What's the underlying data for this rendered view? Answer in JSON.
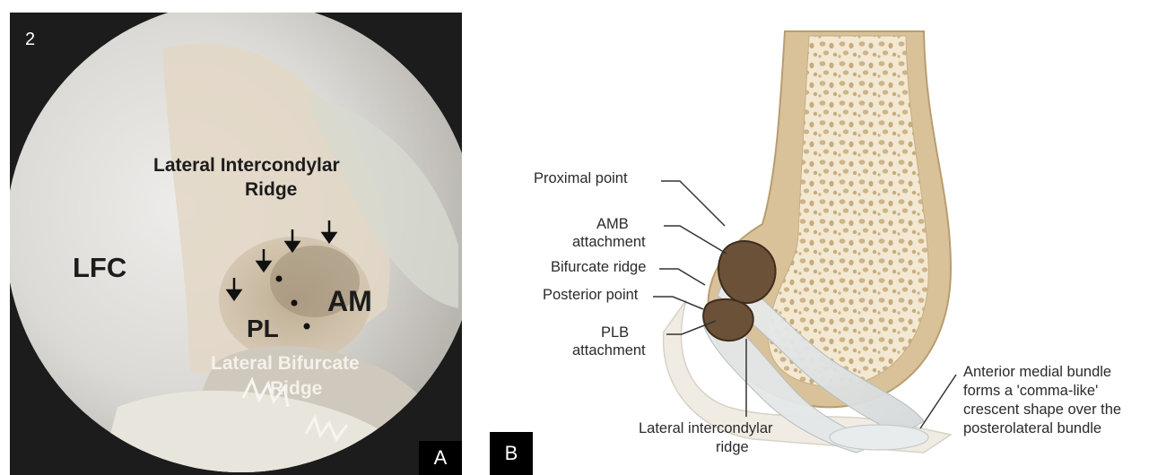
{
  "panel_a": {
    "number": "2",
    "ridge_line1": "Lateral Intercondylar",
    "ridge_line2": "Ridge",
    "lfc": "LFC",
    "am": "AM",
    "pl": "PL",
    "bifurcate_line1": "Lateral Bifurcate",
    "bifurcate_line2": "Ridge",
    "letter": "A"
  },
  "panel_b": {
    "letter": "B",
    "proximal_point": "Proximal point",
    "amb_line1": "AMB",
    "amb_line2": "attachment",
    "bifurcate_ridge": "Bifurcate ridge",
    "posterior_point": "Posterior point",
    "plb_line1": "PLB",
    "plb_line2": "attachment",
    "lateral_line1": "Lateral intercondylar",
    "lateral_line2": "ridge",
    "anterior_line1": "Anterior medial bundle",
    "anterior_line2": "forms a 'comma-like'",
    "anterior_line3": "crescent shape over the",
    "anterior_line4": "posterolateral bundle"
  },
  "colors": {
    "bone_outer": "#d9c29a",
    "bone_inner": "#efe2c8",
    "attachment": "#6b5138",
    "scope_bg": "#1c1c1c"
  }
}
